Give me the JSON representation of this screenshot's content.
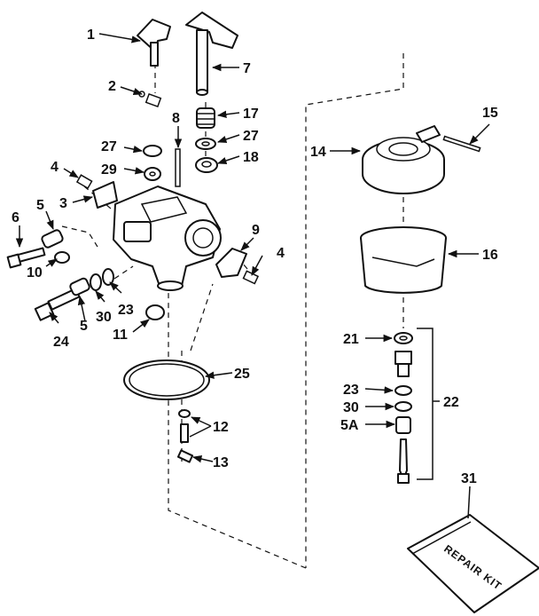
{
  "callouts": [
    "1",
    "2",
    "3",
    "4",
    "5",
    "6",
    "7",
    "8",
    "9",
    "10",
    "11",
    "12",
    "13",
    "14",
    "15",
    "16",
    "17",
    "18",
    "21",
    "22",
    "23",
    "24",
    "25",
    "27",
    "29",
    "30",
    "31",
    "5A"
  ],
  "kit_label": "REPAIR KIT"
}
